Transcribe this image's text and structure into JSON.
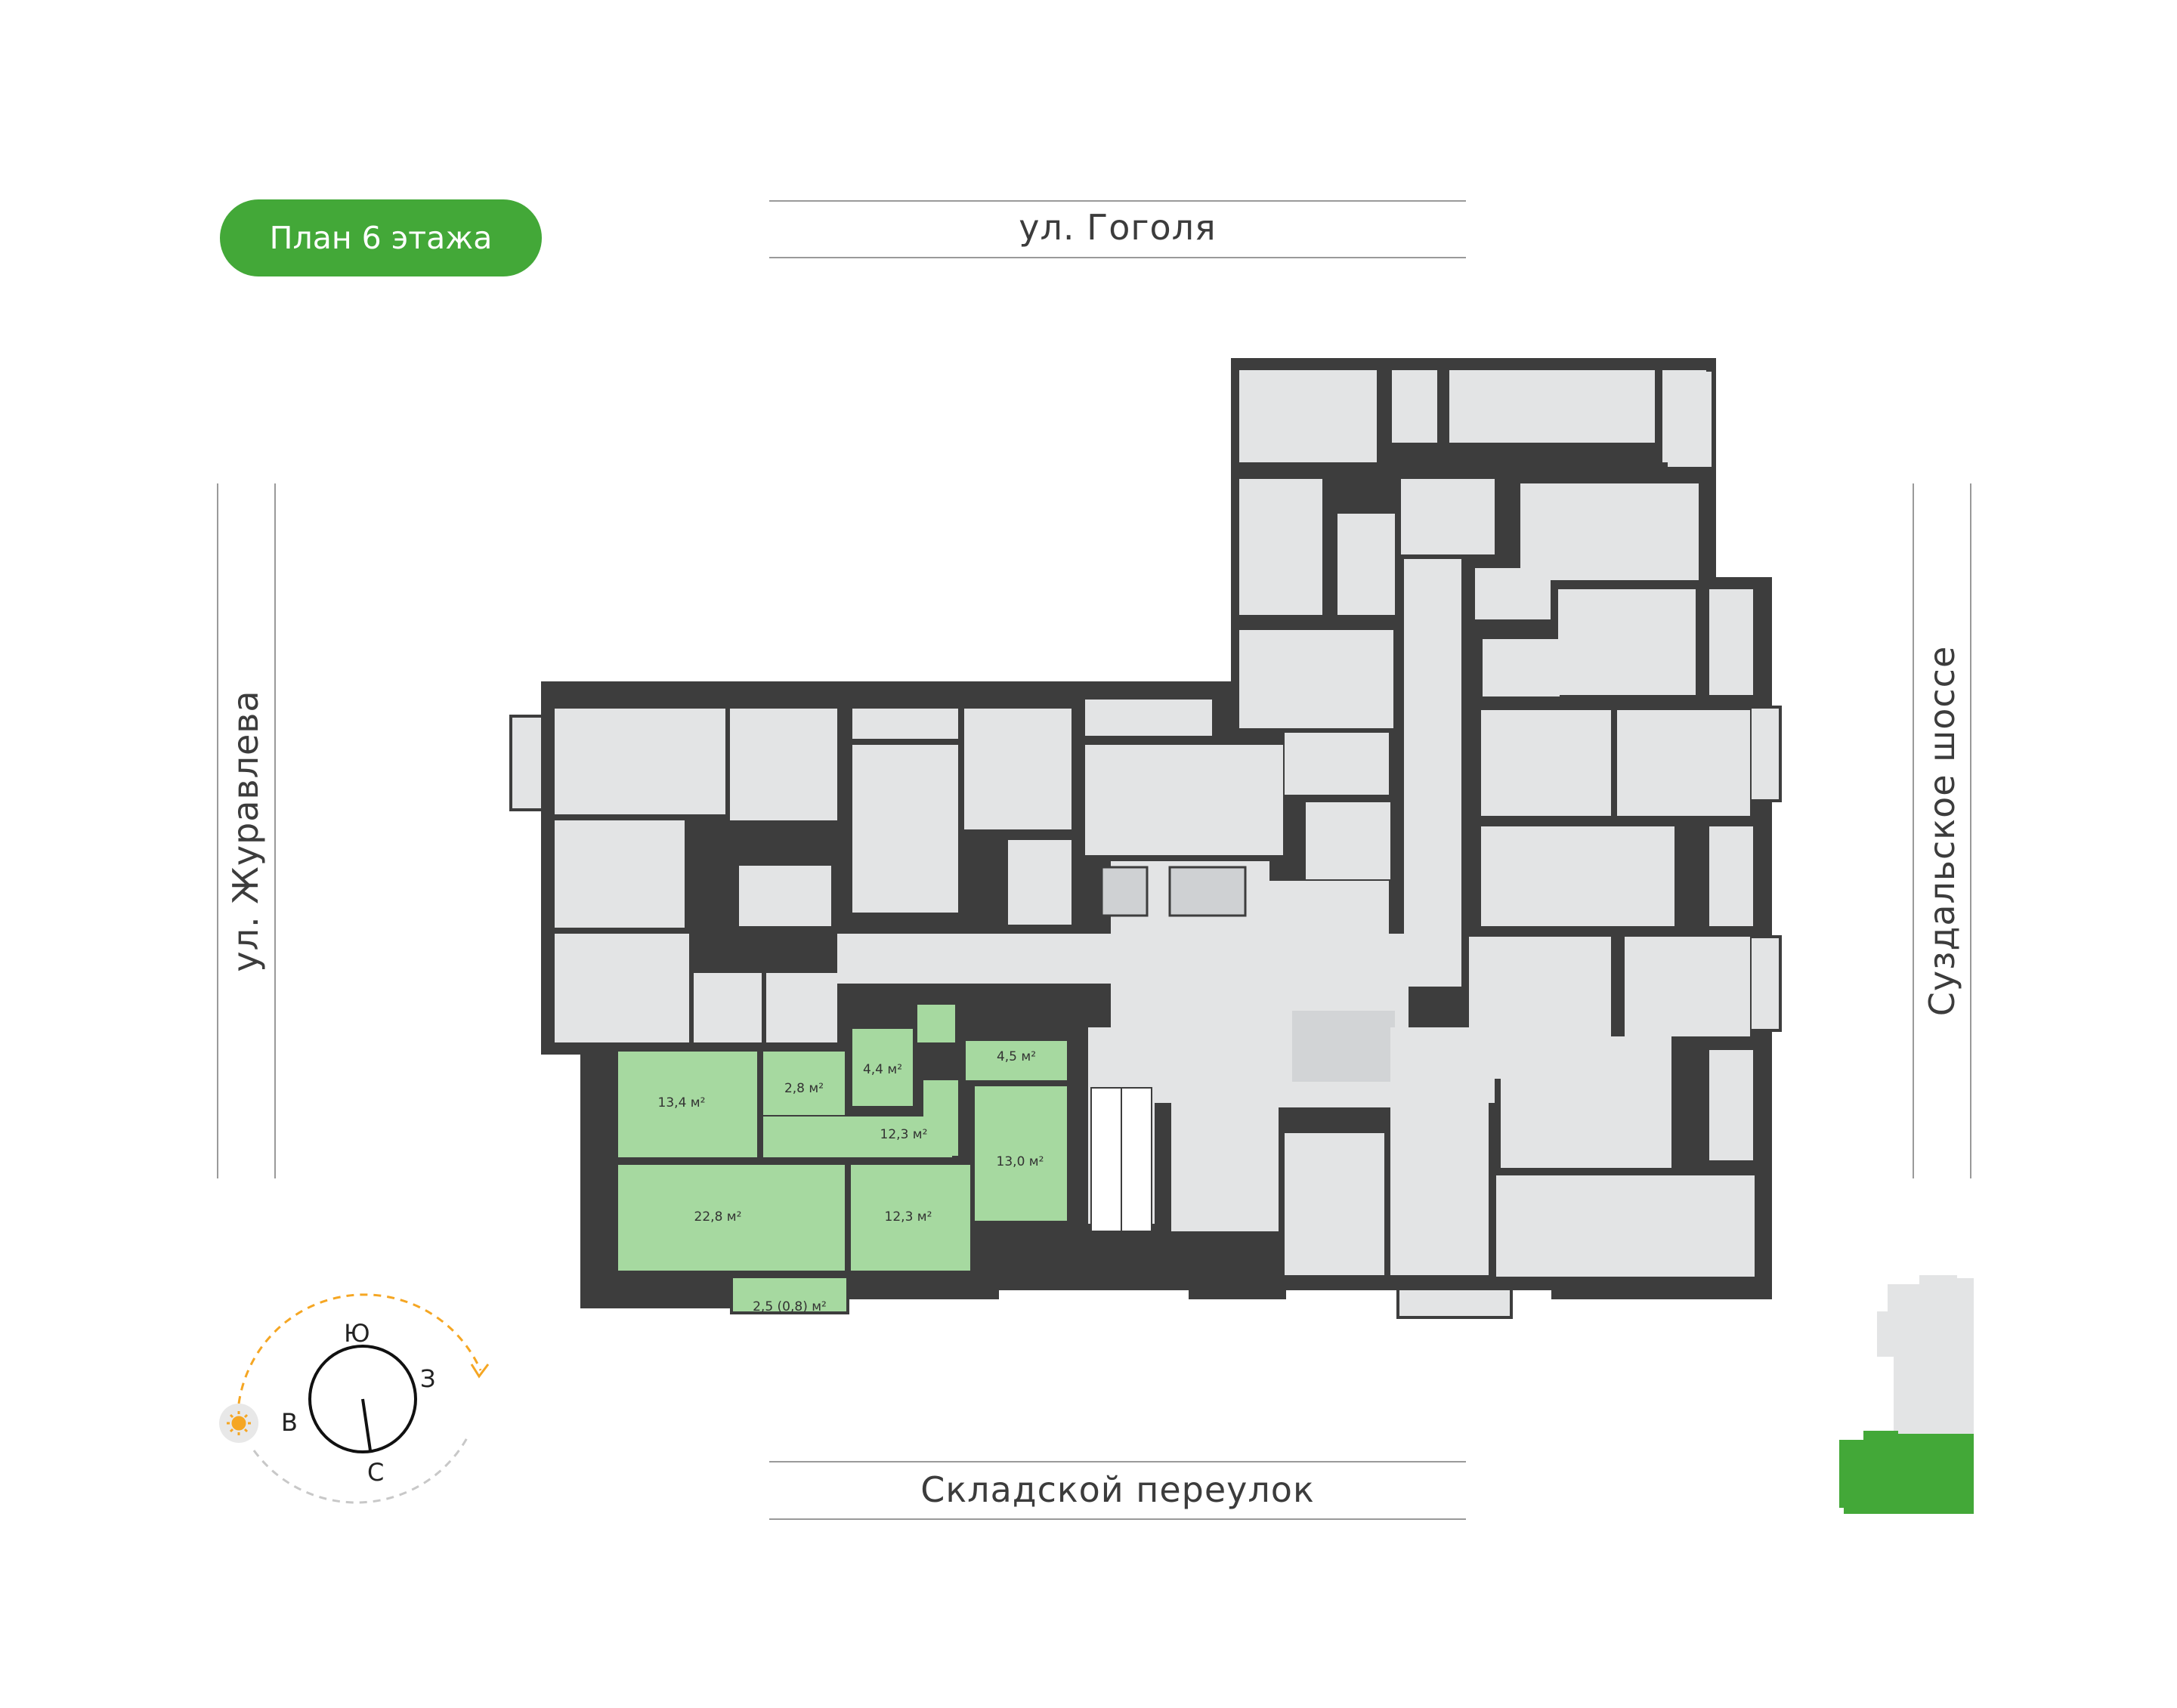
{
  "floor_title": "План 6 этажа",
  "streets": {
    "top": "ул. Гоголя",
    "bottom": "Складской переулок",
    "left": "ул. Журавлева",
    "right": "Суздальское шоссе"
  },
  "apartment": {
    "highlight_color": "#a6d9a0",
    "rooms": [
      {
        "id": "living-left",
        "area": "13,4 м²"
      },
      {
        "id": "bath-small",
        "area": "2,8 м²"
      },
      {
        "id": "bath-mid",
        "area": "4,4 м²"
      },
      {
        "id": "bath-right",
        "area": "4,5 м²"
      },
      {
        "id": "hall",
        "area": "12,3 м²"
      },
      {
        "id": "bedroom-right",
        "area": "13,0 м²"
      },
      {
        "id": "living-large",
        "area": "22,8 м²"
      },
      {
        "id": "bedroom-mid",
        "area": "12,3 м²"
      },
      {
        "id": "balcony",
        "area": "2,5 (0,8) м²"
      }
    ]
  },
  "compass": {
    "letters": {
      "south": "Ю",
      "west": "З",
      "east": "В",
      "north": "С"
    },
    "sun_color": "#f5a623"
  },
  "colors": {
    "accent": "#43a838",
    "wall": "#3d3d3d",
    "room": "#e3e4e5",
    "locator_building": "#e3e4e5",
    "locator_highlight": "#43a838"
  }
}
